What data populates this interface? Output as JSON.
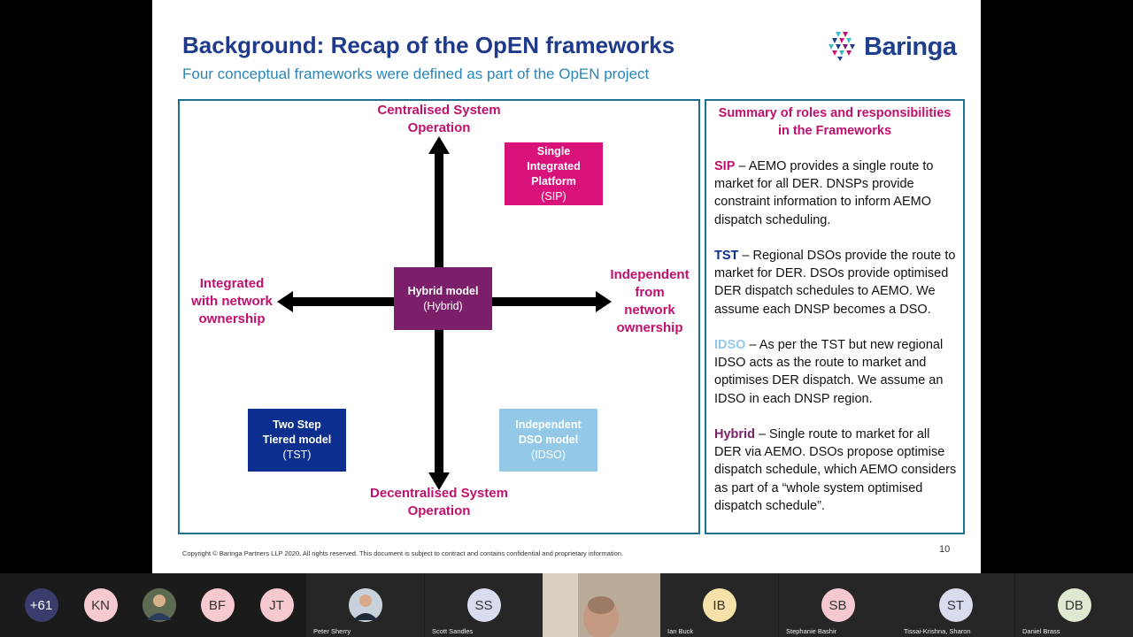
{
  "slide": {
    "title": "Background: Recap of the OpEN frameworks",
    "subtitle": "Four conceptual frameworks were defined as part of the OpEN project",
    "logo_text": "Baringa",
    "copyright": "Copyright © Baringa Partners LLP 2020.  All rights reserved. This document is subject to contract and contains confidential and proprietary information.",
    "page_number": "10"
  },
  "diagram": {
    "axis_top": [
      "Centralised System",
      "Operation"
    ],
    "axis_bottom": [
      "Decentralised System",
      "Operation"
    ],
    "axis_left": [
      "Integrated",
      "with network",
      "ownership"
    ],
    "axis_right": [
      "Independent",
      "from",
      "network",
      "ownership"
    ],
    "boxes": {
      "sip": {
        "lines": [
          "Single",
          "Integrated",
          "Platform"
        ],
        "abbr": "(SIP)",
        "color": "#d9117a"
      },
      "hybrid": {
        "lines": [
          "Hybrid model"
        ],
        "abbr": "(Hybrid)",
        "color": "#7b1f6a"
      },
      "tst": {
        "lines": [
          "Two Step",
          "Tiered model"
        ],
        "abbr": "(TST)",
        "color": "#0c2f8f"
      },
      "idso": {
        "lines": [
          "Independent",
          "DSO model"
        ],
        "abbr": "(IDSO)",
        "color": "#93c9e6"
      }
    }
  },
  "summary": {
    "title": [
      "Summary of roles and responsibilities",
      "in the Frameworks"
    ],
    "items": [
      {
        "key": "SIP",
        "color": "#c0106d",
        "text": " – AEMO provides a single route to market for all DER. DNSPs provide constraint information to inform AEMO dispatch scheduling."
      },
      {
        "key": "TST",
        "color": "#0c2f8f",
        "text": " – Regional DSOs provide the route to market for DER. DSOs provide optimised DER dispatch schedules to AEMO. We assume each DNSP becomes a DSO."
      },
      {
        "key": "IDSO",
        "color": "#93c9e6",
        "text": " – As per the TST but new regional IDSO acts as the route to market and optimises DER dispatch. We assume an IDSO in each DNSP region."
      },
      {
        "key": "Hybrid",
        "color": "#7b1f6a",
        "text": " – Single route to market for all DER via AEMO. DSOs propose optimise dispatch schedule, which AEMO considers as part of a “whole system optimised dispatch schedule”."
      }
    ]
  },
  "participants": [
    {
      "initials": "+61",
      "name": "",
      "avatar_color": "#3b3c6e",
      "text_color": "#ffffff"
    },
    {
      "initials": "KN",
      "name": "",
      "avatar_color": "#f6c9d0",
      "text_color": "#333333"
    },
    {
      "initials": "",
      "name": "",
      "avatar_color": "#8a7a6a",
      "text_color": "#333333",
      "photo": true
    },
    {
      "initials": "BF",
      "name": "",
      "avatar_color": "#f6c9d0",
      "text_color": "#333333"
    },
    {
      "initials": "JT",
      "name": "",
      "avatar_color": "#f6c9d0",
      "text_color": "#333333"
    },
    {
      "initials": "",
      "name": "Peter Sherry",
      "avatar_color": "#9aa7b8",
      "text_color": "#333333",
      "photo": true
    },
    {
      "initials": "SS",
      "name": "Scott Sandles",
      "avatar_color": "#d9dcef",
      "text_color": "#333333"
    },
    {
      "initials": "",
      "name": "",
      "avatar_color": "#8f7f6f",
      "text_color": "#333333",
      "video": true
    },
    {
      "initials": "IB",
      "name": "Ian Buck",
      "avatar_color": "#f6e1a8",
      "text_color": "#333333"
    },
    {
      "initials": "SB",
      "name": "Stephanie Bashir",
      "avatar_color": "#f6c9d0",
      "text_color": "#333333"
    },
    {
      "initials": "ST",
      "name": "Tissai-Krishna, Sharon",
      "avatar_color": "#d9dcef",
      "text_color": "#333333"
    },
    {
      "initials": "DB",
      "name": "Daniel Brass",
      "avatar_color": "#dfe9cf",
      "text_color": "#333333"
    }
  ]
}
